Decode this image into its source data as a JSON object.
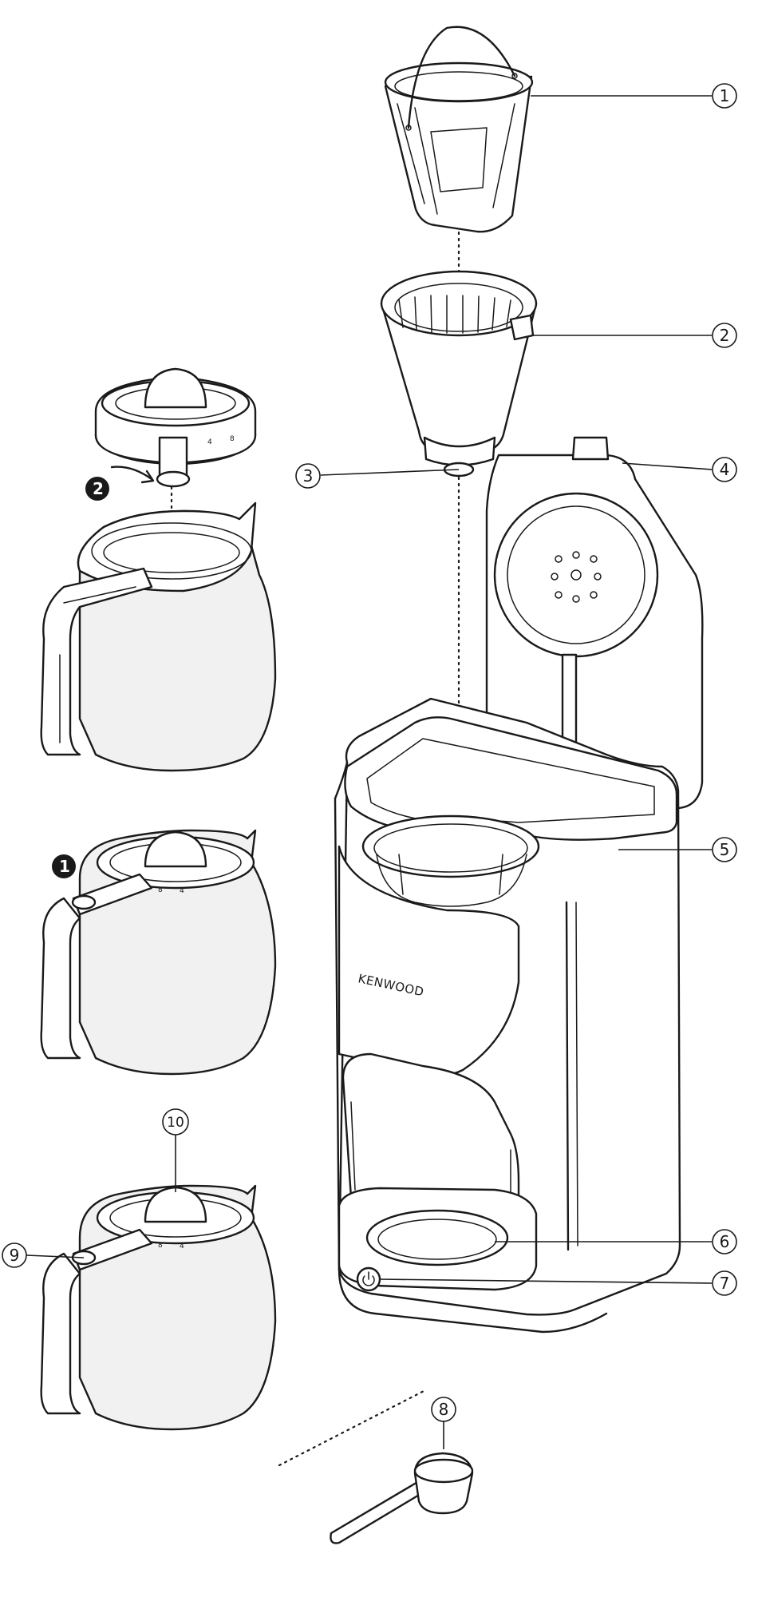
{
  "brand": "KENWOOD",
  "callouts": [
    "1",
    "2",
    "3",
    "4",
    "5",
    "6",
    "7",
    "8",
    "9",
    "10"
  ],
  "steps": [
    "1",
    "2"
  ],
  "lid_marks": [
    "4",
    "8"
  ],
  "icons": [
    "power-icon"
  ]
}
